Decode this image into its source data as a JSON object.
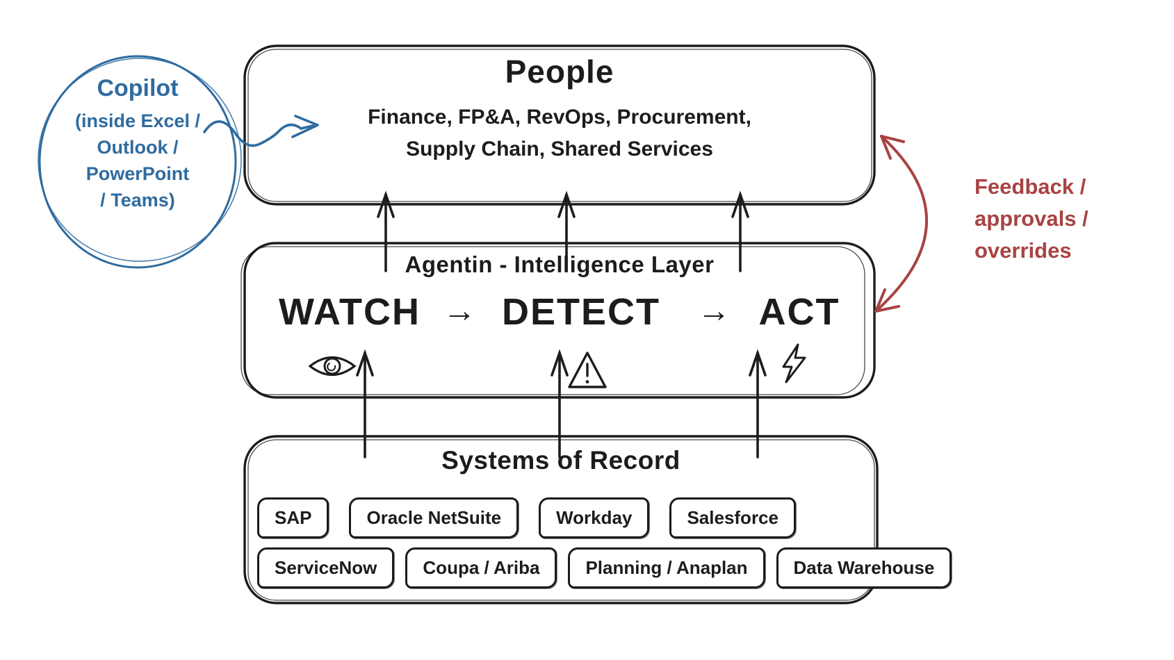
{
  "colors": {
    "background": "#ffffff",
    "ink": "#1c1c1c",
    "copilot_blue": "#2f6b9f",
    "feedback_red": "#a84343"
  },
  "people_box": {
    "title": "People",
    "subtitle_line1": "Finance, FP&A, RevOps, Procurement,",
    "subtitle_line2": "Supply Chain, Shared Services"
  },
  "copilot_note": {
    "title": "Copilot",
    "lines": [
      "(inside Excel /",
      "Outlook /",
      "PowerPoint",
      "/ Teams)"
    ]
  },
  "intelligence_layer": {
    "title": "Agentin - Intelligence Layer",
    "separator": "→",
    "steps": [
      {
        "label": "WATCH",
        "icon": "eye-icon"
      },
      {
        "label": "DETECT",
        "icon": "warning-triangle-icon"
      },
      {
        "label": "ACT",
        "icon": "lightning-bolt-icon"
      }
    ]
  },
  "feedback_note": {
    "lines": [
      "Feedback /",
      "approvals /",
      "overrides"
    ]
  },
  "systems_box": {
    "title": "Systems of Record",
    "chips_row1": [
      "SAP",
      "Oracle NetSuite",
      "Workday",
      "Salesforce"
    ],
    "chips_row2": [
      "ServiceNow",
      "Coupa / Ariba",
      "Planning / Anaplan",
      "Data Warehouse"
    ]
  }
}
